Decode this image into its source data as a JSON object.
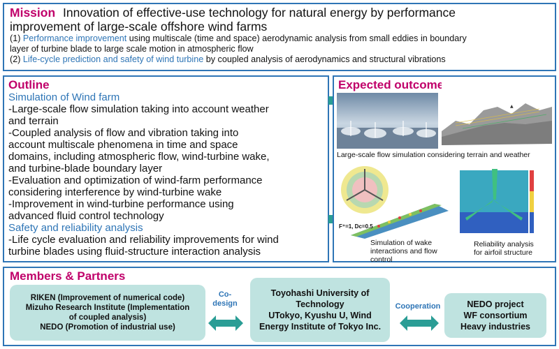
{
  "mission": {
    "heading": "Mission",
    "title_line1": "Innovation of effective-use technology for natural energy by performance",
    "title_line2": "improvement of large-scale offshore wind farms",
    "item1_prefix": "(1) ",
    "item1_highlight": "Performance improvement",
    "item1_rest": " using multiscale (time and space) aerodynamic analysis from small eddies in boundary",
    "item1_line2": "layer of turbine blade to large scale motion in atmospheric flow",
    "item2_prefix": "(2) ",
    "item2_highlight": "Life-cycle prediction and safety of wind turbine",
    "item2_rest": " by coupled analysis of aerodynamics and structural vibrations"
  },
  "outline": {
    "heading": "Outline",
    "sub1": "Simulation of Wind farm",
    "lines1": [
      "-Large-scale flow simulation taking into account weather",
      "and terrain",
      "-Coupled analysis of flow and vibration taking into",
      "account multiscale phenomena in time and space",
      "domains, including atmospheric flow, wind-turbine wake,",
      "and turbine-blade boundary layer",
      "-Evaluation and optimization of wind-farm performance",
      "considering interference by wind-turbine wake",
      "-Improvement in wind-turbine performance using",
      "advanced fluid control technology"
    ],
    "sub2": "Safety and reliability analysis",
    "lines2": [
      "-Life cycle evaluation and reliability improvements for wind",
      "turbine blades using fluid-structure interaction analysis"
    ]
  },
  "expected": {
    "heading": "Expected outcome",
    "caption1": "Large-scale flow simulation considering terrain and weather",
    "caption2_l1": "Simulation of wake",
    "caption2_l2": "interactions and flow",
    "caption2_l3": "control",
    "caption3_l1": "Reliability analysis",
    "caption3_l2": "for airfoil structure",
    "figure_label": "F⁺=1, Dc=0.5"
  },
  "members": {
    "heading": "Members & Partners",
    "left_lines": [
      "RIKEN (Improvement of numerical code)",
      "Mizuho Research Institute (Implementation",
      "of coupled analysis)",
      "NEDO (Promotion of industrial use)"
    ],
    "codesign_l1": "Co-",
    "codesign_l2": "design",
    "center_lines": [
      "Toyohashi University of",
      "Technology",
      "UTokyo, Kyushu U, Wind",
      "Energy Institute of Tokyo Inc."
    ],
    "cooperation": "Cooperation",
    "right_lines": [
      "NEDO project",
      "WF consortium",
      "Heavy industries"
    ]
  },
  "colors": {
    "heading": "#c0006a",
    "accent_blue": "#2e75b6",
    "teal_box": "#bfe3e0",
    "arrow_teal": "#2a9d95"
  }
}
